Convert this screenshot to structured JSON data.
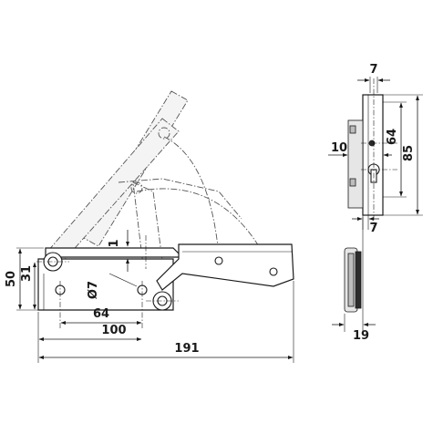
{
  "dimensions": {
    "overall_length": "191",
    "hole_span_outer": "100",
    "hole_span_inner": "64",
    "plate_height": "50",
    "pivot_height": "31",
    "hole_diameter": "Ø7",
    "offset": "1",
    "side_top_width": "7",
    "side_height_outer": "85",
    "side_height_inner": "64",
    "side_offset_left": "10",
    "side_bottom_width": "7",
    "side_depth": "19"
  }
}
